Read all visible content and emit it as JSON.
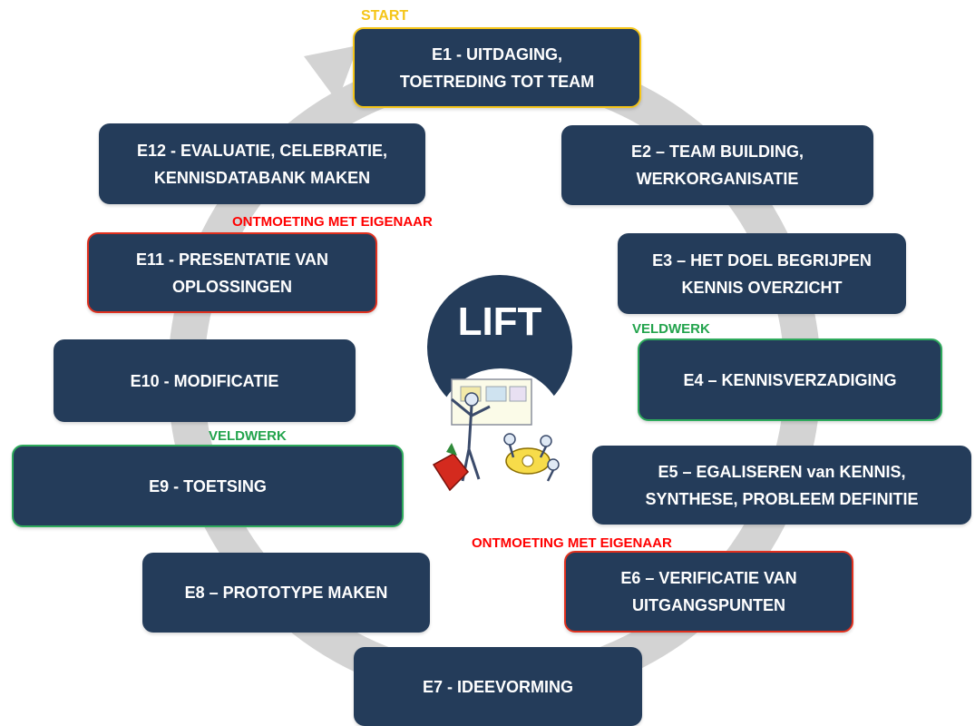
{
  "center": {
    "title": "LIFT"
  },
  "steps": [
    {
      "line1": "E1 - UITDAGING,",
      "line2": "TOETREDING TOT TEAM"
    },
    {
      "line1": "E2 – TEAM BUILDING,",
      "line2": "WERKORGANISATIE"
    },
    {
      "line1": "E3 – HET DOEL BEGRIJPEN",
      "line2": "KENNIS OVERZICHT"
    },
    {
      "line1": "E4 – KENNISVERZADIGING",
      "line2": ""
    },
    {
      "line1": "E5 – EGALISEREN van KENNIS,",
      "line2": "SYNTHESE, PROBLEEM DEFINITIE"
    },
    {
      "line1": "E6 – VERIFICATIE VAN",
      "line2": "UITGANGSPUNTEN"
    },
    {
      "line1": "E7 - IDEEVORMING",
      "line2": ""
    },
    {
      "line1": "E8 – PROTOTYPE MAKEN",
      "line2": ""
    },
    {
      "line1": "E9 - TOETSING",
      "line2": ""
    },
    {
      "line1": "E10 - MODIFICATIE",
      "line2": ""
    },
    {
      "line1": "E11 - PRESENTATIE VAN",
      "line2": "OPLOSSINGEN"
    },
    {
      "line1": "E12 - EVALUATIE, CELEBRATIE,",
      "line2": "KENNISDATABANK MAKEN"
    }
  ],
  "markers": {
    "start": "START",
    "owner_meeting_e6": "ONTMOETING MET EIGENAAR",
    "owner_meeting_e11": "ONTMOETING MET EIGENAAR",
    "fieldwork_e4": "VELDWERK",
    "fieldwork_e9": "VELDWERK"
  },
  "colors": {
    "box": "#243c5a",
    "start_border": "#f5c518",
    "owner_meeting": "#ff0000",
    "fieldwork": "#22a34c",
    "ring": "#d3d3d3"
  }
}
